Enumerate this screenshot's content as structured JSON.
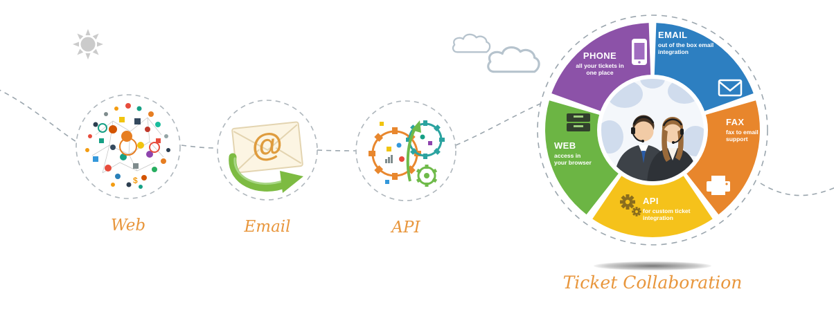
{
  "palette": {
    "label_orange": "#e8963c",
    "dash_gray": "#9aa5ad",
    "phone_purple": "#8c52a8",
    "email_blue": "#2d7fc1",
    "fax_orange": "#e8862c",
    "api_yellow": "#f5c21b",
    "web_green": "#6cb544"
  },
  "channels": [
    {
      "id": "web",
      "label": "Web"
    },
    {
      "id": "email",
      "label": "Email"
    },
    {
      "id": "api",
      "label": "API"
    }
  ],
  "email_art": {
    "at_symbol": "@"
  },
  "web_art": {
    "dollar_glyph": "$"
  },
  "hub": {
    "title": "Ticket Collaboration",
    "segments": [
      {
        "id": "phone",
        "title": "PHONE",
        "subtitle": "all your tickets in one place",
        "color": "#8c52a8"
      },
      {
        "id": "email",
        "title": "EMAIL",
        "subtitle": "out of the box email integration",
        "color": "#2d7fc1"
      },
      {
        "id": "fax",
        "title": "FAX",
        "subtitle": "fax to email support",
        "color": "#e8862c"
      },
      {
        "id": "api",
        "title": "API",
        "subtitle": "for custom ticket integration",
        "color": "#f5c21b"
      },
      {
        "id": "web",
        "title": "WEB",
        "subtitle": "access in your browser",
        "color": "#6cb544"
      }
    ]
  },
  "icons": [
    "sun-icon",
    "cloud-icon",
    "icon-collage-sphere",
    "email-envelope-icon",
    "at-symbol",
    "curved-arrow-icon",
    "gears-icon",
    "smartphone-icon",
    "envelope-outline-icon",
    "fax-printer-icon",
    "gear-icon",
    "archive-boxes-icon",
    "support-agents-image"
  ]
}
